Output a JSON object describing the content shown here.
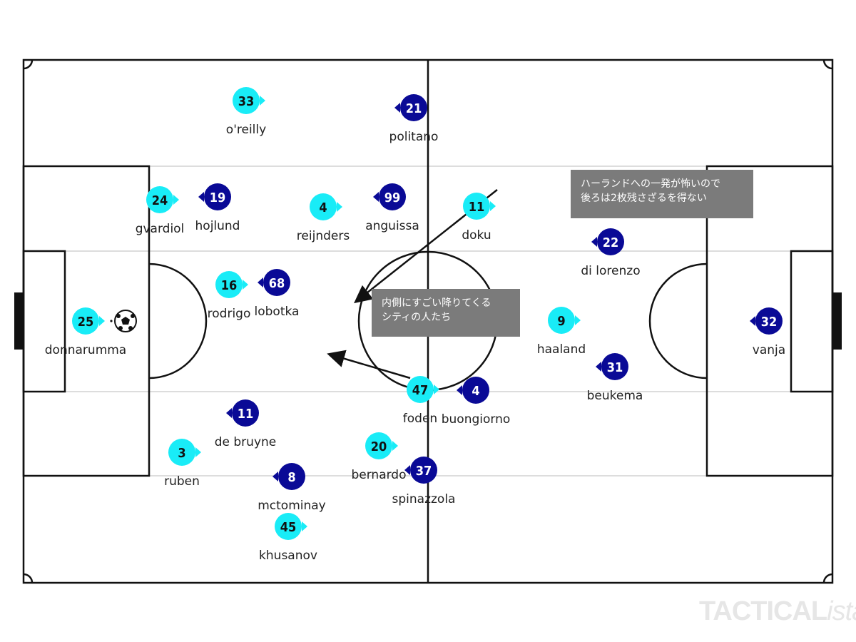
{
  "colors": {
    "home": "#19ecf7",
    "away": "#0a0a96",
    "pitch_line": "#111111",
    "zone_line": "#dddddd",
    "note_bg": "#7b7b7b"
  },
  "home_players": [
    {
      "number": "33",
      "name": "o'reilly"
    },
    {
      "number": "24",
      "name": "gvardiol"
    },
    {
      "number": "4",
      "name": "reijnders"
    },
    {
      "number": "11",
      "name": "doku"
    },
    {
      "number": "16",
      "name": "rodrigo"
    },
    {
      "number": "25",
      "name": "donnarumma"
    },
    {
      "number": "9",
      "name": "haaland"
    },
    {
      "number": "47",
      "name": "foden"
    },
    {
      "number": "20",
      "name": "bernardo"
    },
    {
      "number": "3",
      "name": "ruben"
    },
    {
      "number": "45",
      "name": "khusanov"
    }
  ],
  "away_players": [
    {
      "number": "21",
      "name": "politano"
    },
    {
      "number": "19",
      "name": "hojlund"
    },
    {
      "number": "99",
      "name": "anguissa"
    },
    {
      "number": "22",
      "name": "di lorenzo"
    },
    {
      "number": "68",
      "name": "lobotka"
    },
    {
      "number": "32",
      "name": "vanja"
    },
    {
      "number": "31",
      "name": "beukema"
    },
    {
      "number": "4",
      "name": "buongiorno"
    },
    {
      "number": "11",
      "name": "de bruyne"
    },
    {
      "number": "8",
      "name": "mctominay"
    },
    {
      "number": "37",
      "name": "spinazzola"
    }
  ],
  "notes": {
    "haaland": [
      "ハーランドへの一発が怖いので",
      "後ろは2枚残さざるを得ない"
    ],
    "inside": [
      "内側にすごい降りてくる",
      "シティの人たち"
    ]
  },
  "ball_icon": "soccer-ball-icon",
  "logo": {
    "main": "TACTICAL",
    "suffix": "ista"
  }
}
